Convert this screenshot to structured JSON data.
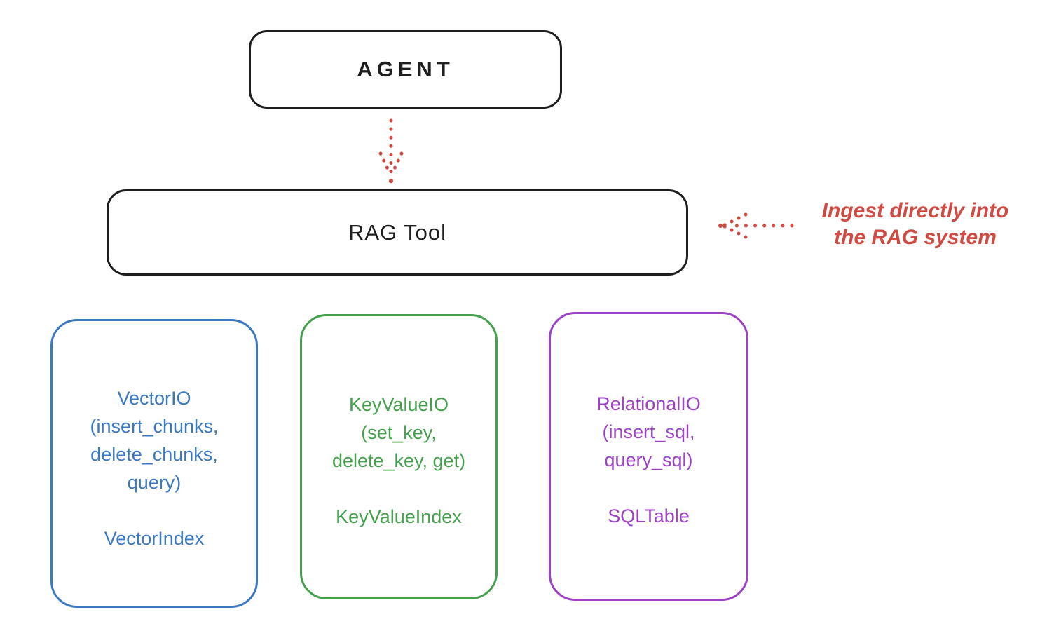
{
  "colors": {
    "ink": "#1e1e1e",
    "red": "#d04a42",
    "blue": "#3b78c2",
    "green": "#44a04c",
    "purple": "#9c42c4",
    "background": "#ffffff"
  },
  "agent_box": {
    "label": "AGENT"
  },
  "rag_box": {
    "label": "RAG Tool"
  },
  "ingest_annotation": {
    "line1": "Ingest directly into",
    "line2": "the RAG system"
  },
  "backends": [
    {
      "name": "vector-io",
      "lines": [
        "VectorIO",
        "(insert_chunks,",
        "delete_chunks,",
        "query)"
      ],
      "index_label": "VectorIndex"
    },
    {
      "name": "keyvalue-io",
      "lines": [
        "KeyValueIO",
        "(set_key,",
        "delete_key, get)"
      ],
      "index_label": "KeyValueIndex"
    },
    {
      "name": "relational-io",
      "lines": [
        "RelationalIO",
        "(insert_sql,",
        "query_sql)"
      ],
      "index_label": "SQLTable"
    }
  ]
}
